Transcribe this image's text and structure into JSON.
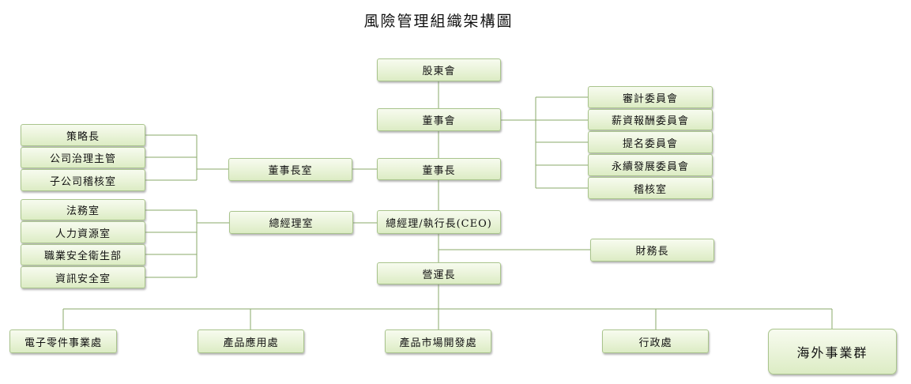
{
  "title": "風險管理組織架構圖",
  "nodes": {
    "shareholders": "股東會",
    "board": "董事會",
    "chairman": "董事長",
    "chairman_office": "董事長室",
    "ceo": "總經理/執行長(CEO)",
    "gm_office": "總經理室",
    "coo": "營運長",
    "cfo": "財務長",
    "committees": {
      "audit": "審計委員會",
      "compensation": "薪資報酬委員會",
      "nomination": "提名委員會",
      "sustainability": "永續發展委員會",
      "internal_audit": "稽核室"
    },
    "chairman_units": {
      "strategy": "策略長",
      "governance": "公司治理主管",
      "subsidiary_audit": "子公司稽核室"
    },
    "gm_units": {
      "legal": "法務室",
      "hr": "人力資源室",
      "safety": "職業安全衛生部",
      "infosec": "資訊安全室"
    },
    "business_units": {
      "components": "電子零件事業處",
      "applications": "產品應用處",
      "market_dev": "產品市場開發處",
      "admin": "行政處",
      "overseas": "海外事業群"
    }
  }
}
